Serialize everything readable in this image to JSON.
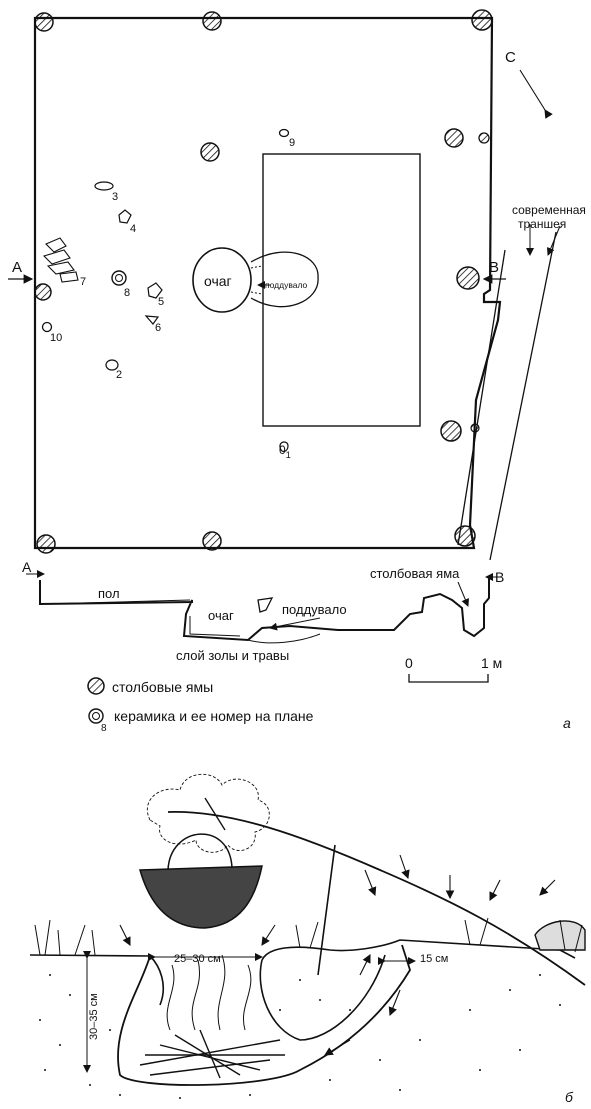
{
  "plan": {
    "section_start": "A",
    "section_end": "B",
    "direction_label": "C",
    "trench_label_1": "современная",
    "trench_label_2": "траншея",
    "hearth": "очаг",
    "blower": "поддувало",
    "b1_label_main": "0",
    "b1_label_sub": "1",
    "artifacts": [
      "3",
      "4",
      "7",
      "8",
      "5",
      "6",
      "10",
      "2",
      "9"
    ]
  },
  "section": {
    "floor": "пол",
    "hearth": "очаг",
    "blower": "поддувало",
    "ash_layer": "слой золы и травы",
    "post_pit": "столбовая яма",
    "a": "А",
    "b": "В"
  },
  "scale": {
    "zero": "0",
    "one": "1 м"
  },
  "legend": {
    "post_pits": "столбовые ямы",
    "ceramics": "керамика и ее номер на плане",
    "ceramics_num": "8"
  },
  "panel_a_label": "а",
  "panel_b_label": "б",
  "reconstruction": {
    "width_label": "25–30 см",
    "depth_label": "30–35 см",
    "vent_label": "15 см"
  }
}
